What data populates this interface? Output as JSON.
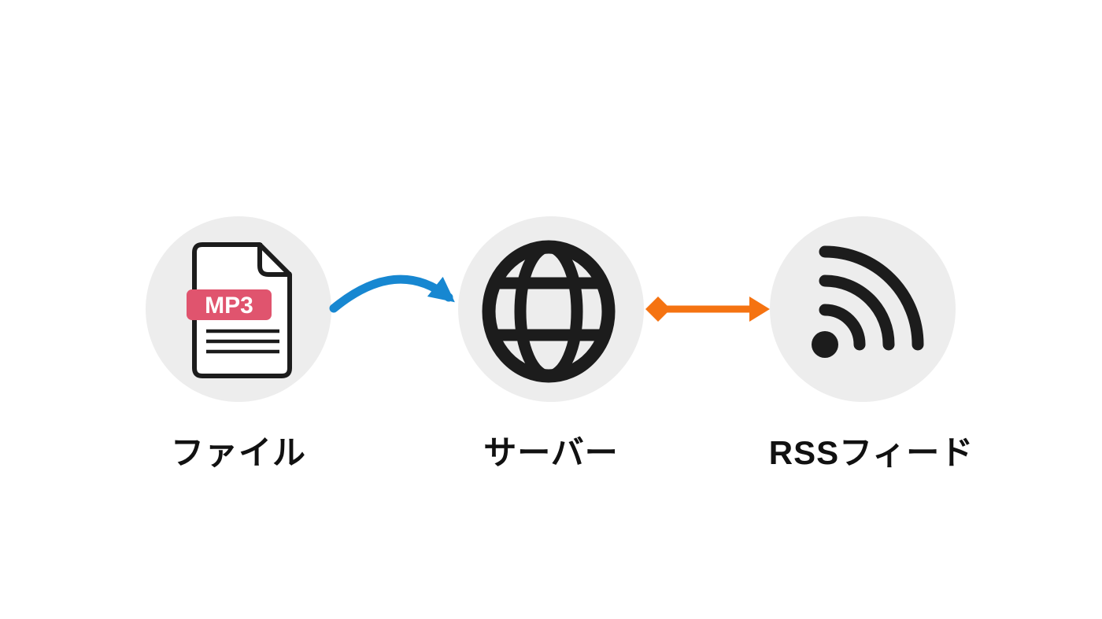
{
  "diagram": {
    "nodes": [
      {
        "id": "file",
        "label": "ファイル",
        "icon": "mp3-file-icon",
        "badge": "MP3"
      },
      {
        "id": "server",
        "label": "サーバー",
        "icon": "globe-icon"
      },
      {
        "id": "rss",
        "label": "RSSフィード",
        "icon": "rss-icon"
      }
    ],
    "connections": [
      {
        "from": "file",
        "to": "server",
        "style": "curved-arrow",
        "direction": "one-way"
      },
      {
        "from": "server",
        "to": "rss",
        "style": "straight-arrow",
        "direction": "two-way"
      }
    ]
  },
  "colors": {
    "background": "#ffffff",
    "node-bg": "#ededed",
    "icon-black": "#1c1c1c",
    "badge-pink": "#e0546e",
    "badge-text": "#ffffff",
    "arrow-blue": "#1787d1",
    "arrow-orange": "#f57311",
    "label-text": "#111111"
  }
}
